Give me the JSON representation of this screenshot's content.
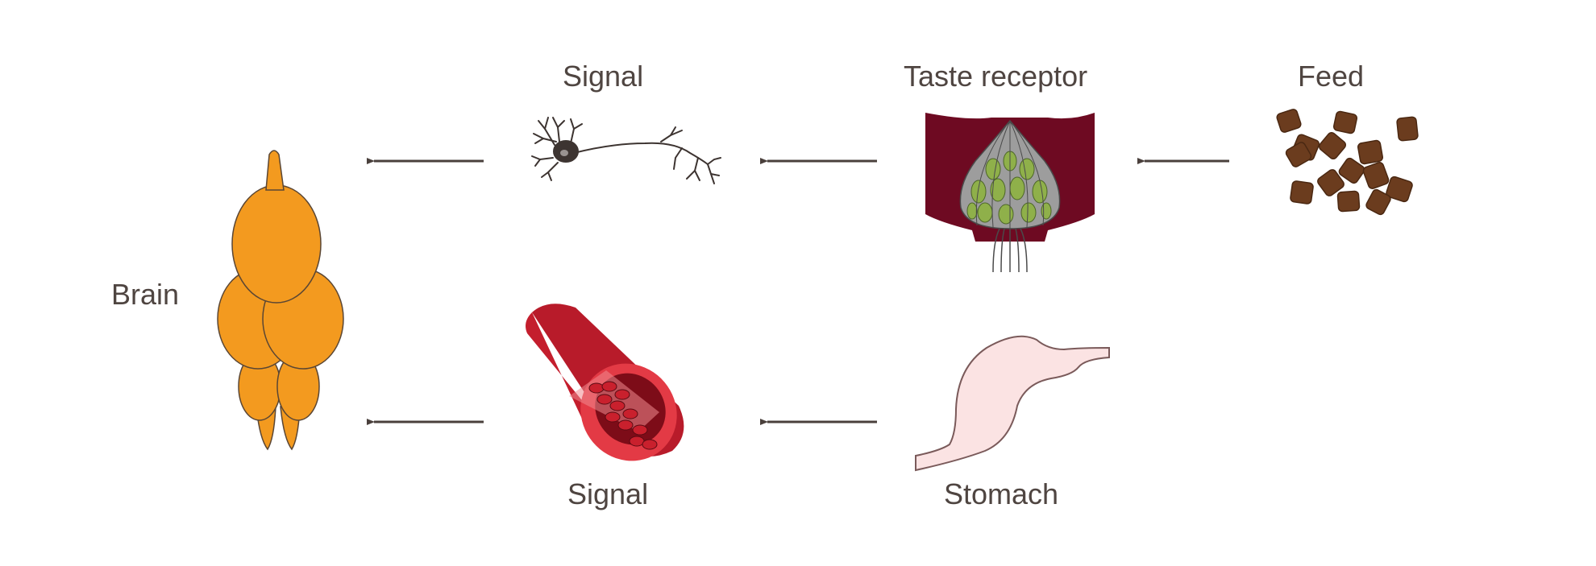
{
  "labels": {
    "brain": "Brain",
    "signal_top": "Signal",
    "taste_receptor": "Taste receptor",
    "feed": "Feed",
    "signal_bottom": "Signal",
    "stomach": "Stomach"
  },
  "colors": {
    "text": "#4f4541",
    "arrow": "#4a403c",
    "brain": "#f39a1f",
    "brain_outline": "#5a4634",
    "taste_tissue": "#6e0a22",
    "taste_bud_cells": "#8fb04a",
    "feed_pellet": "#6b3c1e",
    "blood_vessel": "#c41e2d",
    "stomach": "#fbe3e3"
  },
  "icons": [
    "brain-icon",
    "neuron-icon",
    "taste-receptor-icon",
    "feed-pellets-icon",
    "blood-vessel-icon",
    "stomach-icon"
  ]
}
